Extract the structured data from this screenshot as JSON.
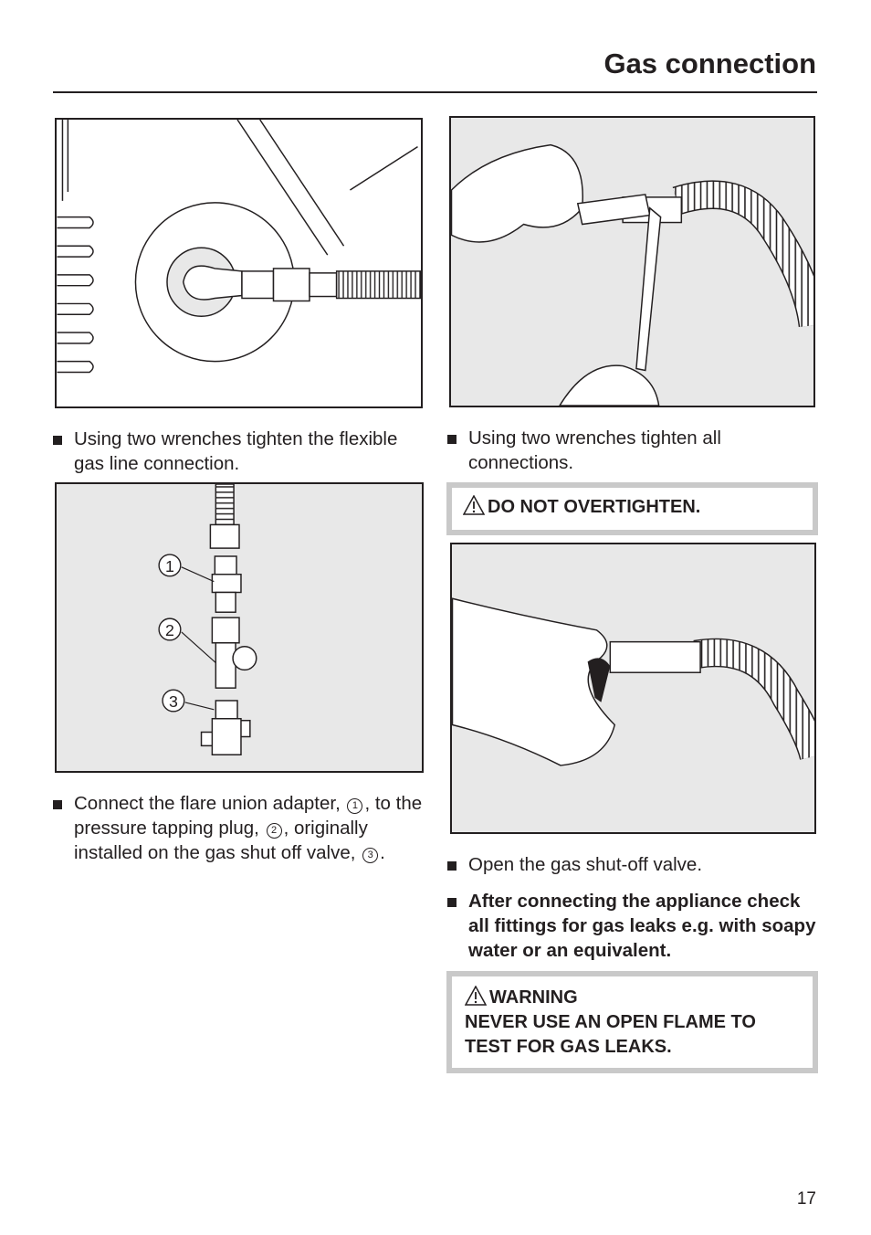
{
  "page": {
    "title": "Gas connection",
    "page_number": "17"
  },
  "steps": {
    "s1": "Using two wrenches tighten the flexible gas line connection.",
    "s2": "Using two wrenches tighten all connections.",
    "s3": {
      "p1": "Connect the flare union adapter,",
      "p2": ", to the pressure tapping plug,",
      "p3": ", originally installed on the gas shut off valve,",
      "p4": "."
    },
    "s4": "Open the gas shut-off valve.",
    "s5": "After connecting the appliance check all fittings for gas leaks e.g. with soapy water or an equivalent."
  },
  "callouts": [
    "1",
    "2",
    "3"
  ],
  "warnings": {
    "overtighten": "DO NOT OVERTIGHTEN.",
    "leak_title": "WARNING",
    "leak_text": "NEVER USE AN OPEN FLAME TO TEST FOR GAS LEAKS."
  },
  "icons": {
    "warning": "warning-triangle-icon",
    "bullet": "square-bullet-icon"
  },
  "colors": {
    "text": "#231f20",
    "figure_bg": "#e8e8e8",
    "box_border": "#c9c9c9"
  }
}
